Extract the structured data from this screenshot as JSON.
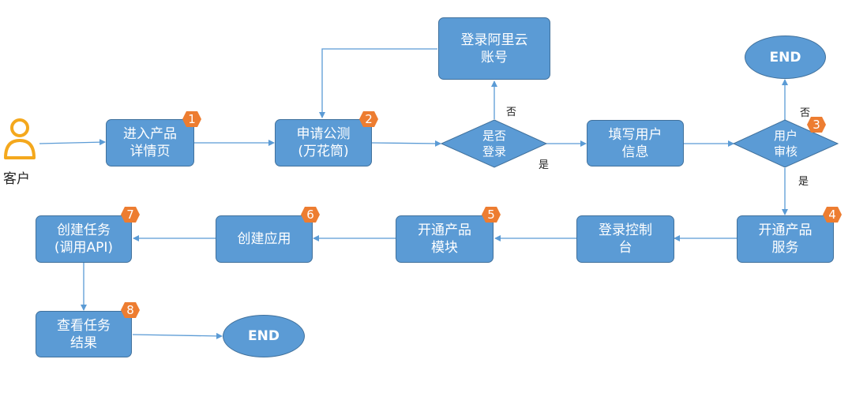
{
  "colors": {
    "node_fill": "#5b9bd5",
    "node_border": "#41719c",
    "badge_fill": "#ed7d31",
    "actor": "#f4a81d",
    "arrow": "#5b9bd5"
  },
  "actor": {
    "label": "客户",
    "icon": "user-icon"
  },
  "nodes": {
    "product_detail": [
      "进入产品",
      "详情页"
    ],
    "apply_beta": [
      "申请公测",
      "(万花筒)"
    ],
    "login_aliyun": [
      "登录阿里云",
      "账号"
    ],
    "fill_user_info": [
      "填写用户",
      "信息"
    ],
    "enable_service": [
      "开通产品",
      "服务"
    ],
    "login_console": [
      "登录控制",
      "台"
    ],
    "enable_module": [
      "开通产品",
      "模块"
    ],
    "create_app": [
      "创建应用"
    ],
    "create_task": [
      "创建任务",
      "(调用API)"
    ],
    "view_result": [
      "查看任务",
      "结果"
    ]
  },
  "decisions": {
    "logged_in": [
      "是否",
      "登录"
    ],
    "user_review": [
      "用户",
      "审核"
    ]
  },
  "end_labels": {
    "top": "END",
    "bottom": "END"
  },
  "badges": [
    "1",
    "2",
    "3",
    "4",
    "5",
    "6",
    "7",
    "8"
  ],
  "edge_labels": {
    "no_login": "否",
    "yes_login": "是",
    "no_review": "否",
    "yes_review": "是"
  }
}
